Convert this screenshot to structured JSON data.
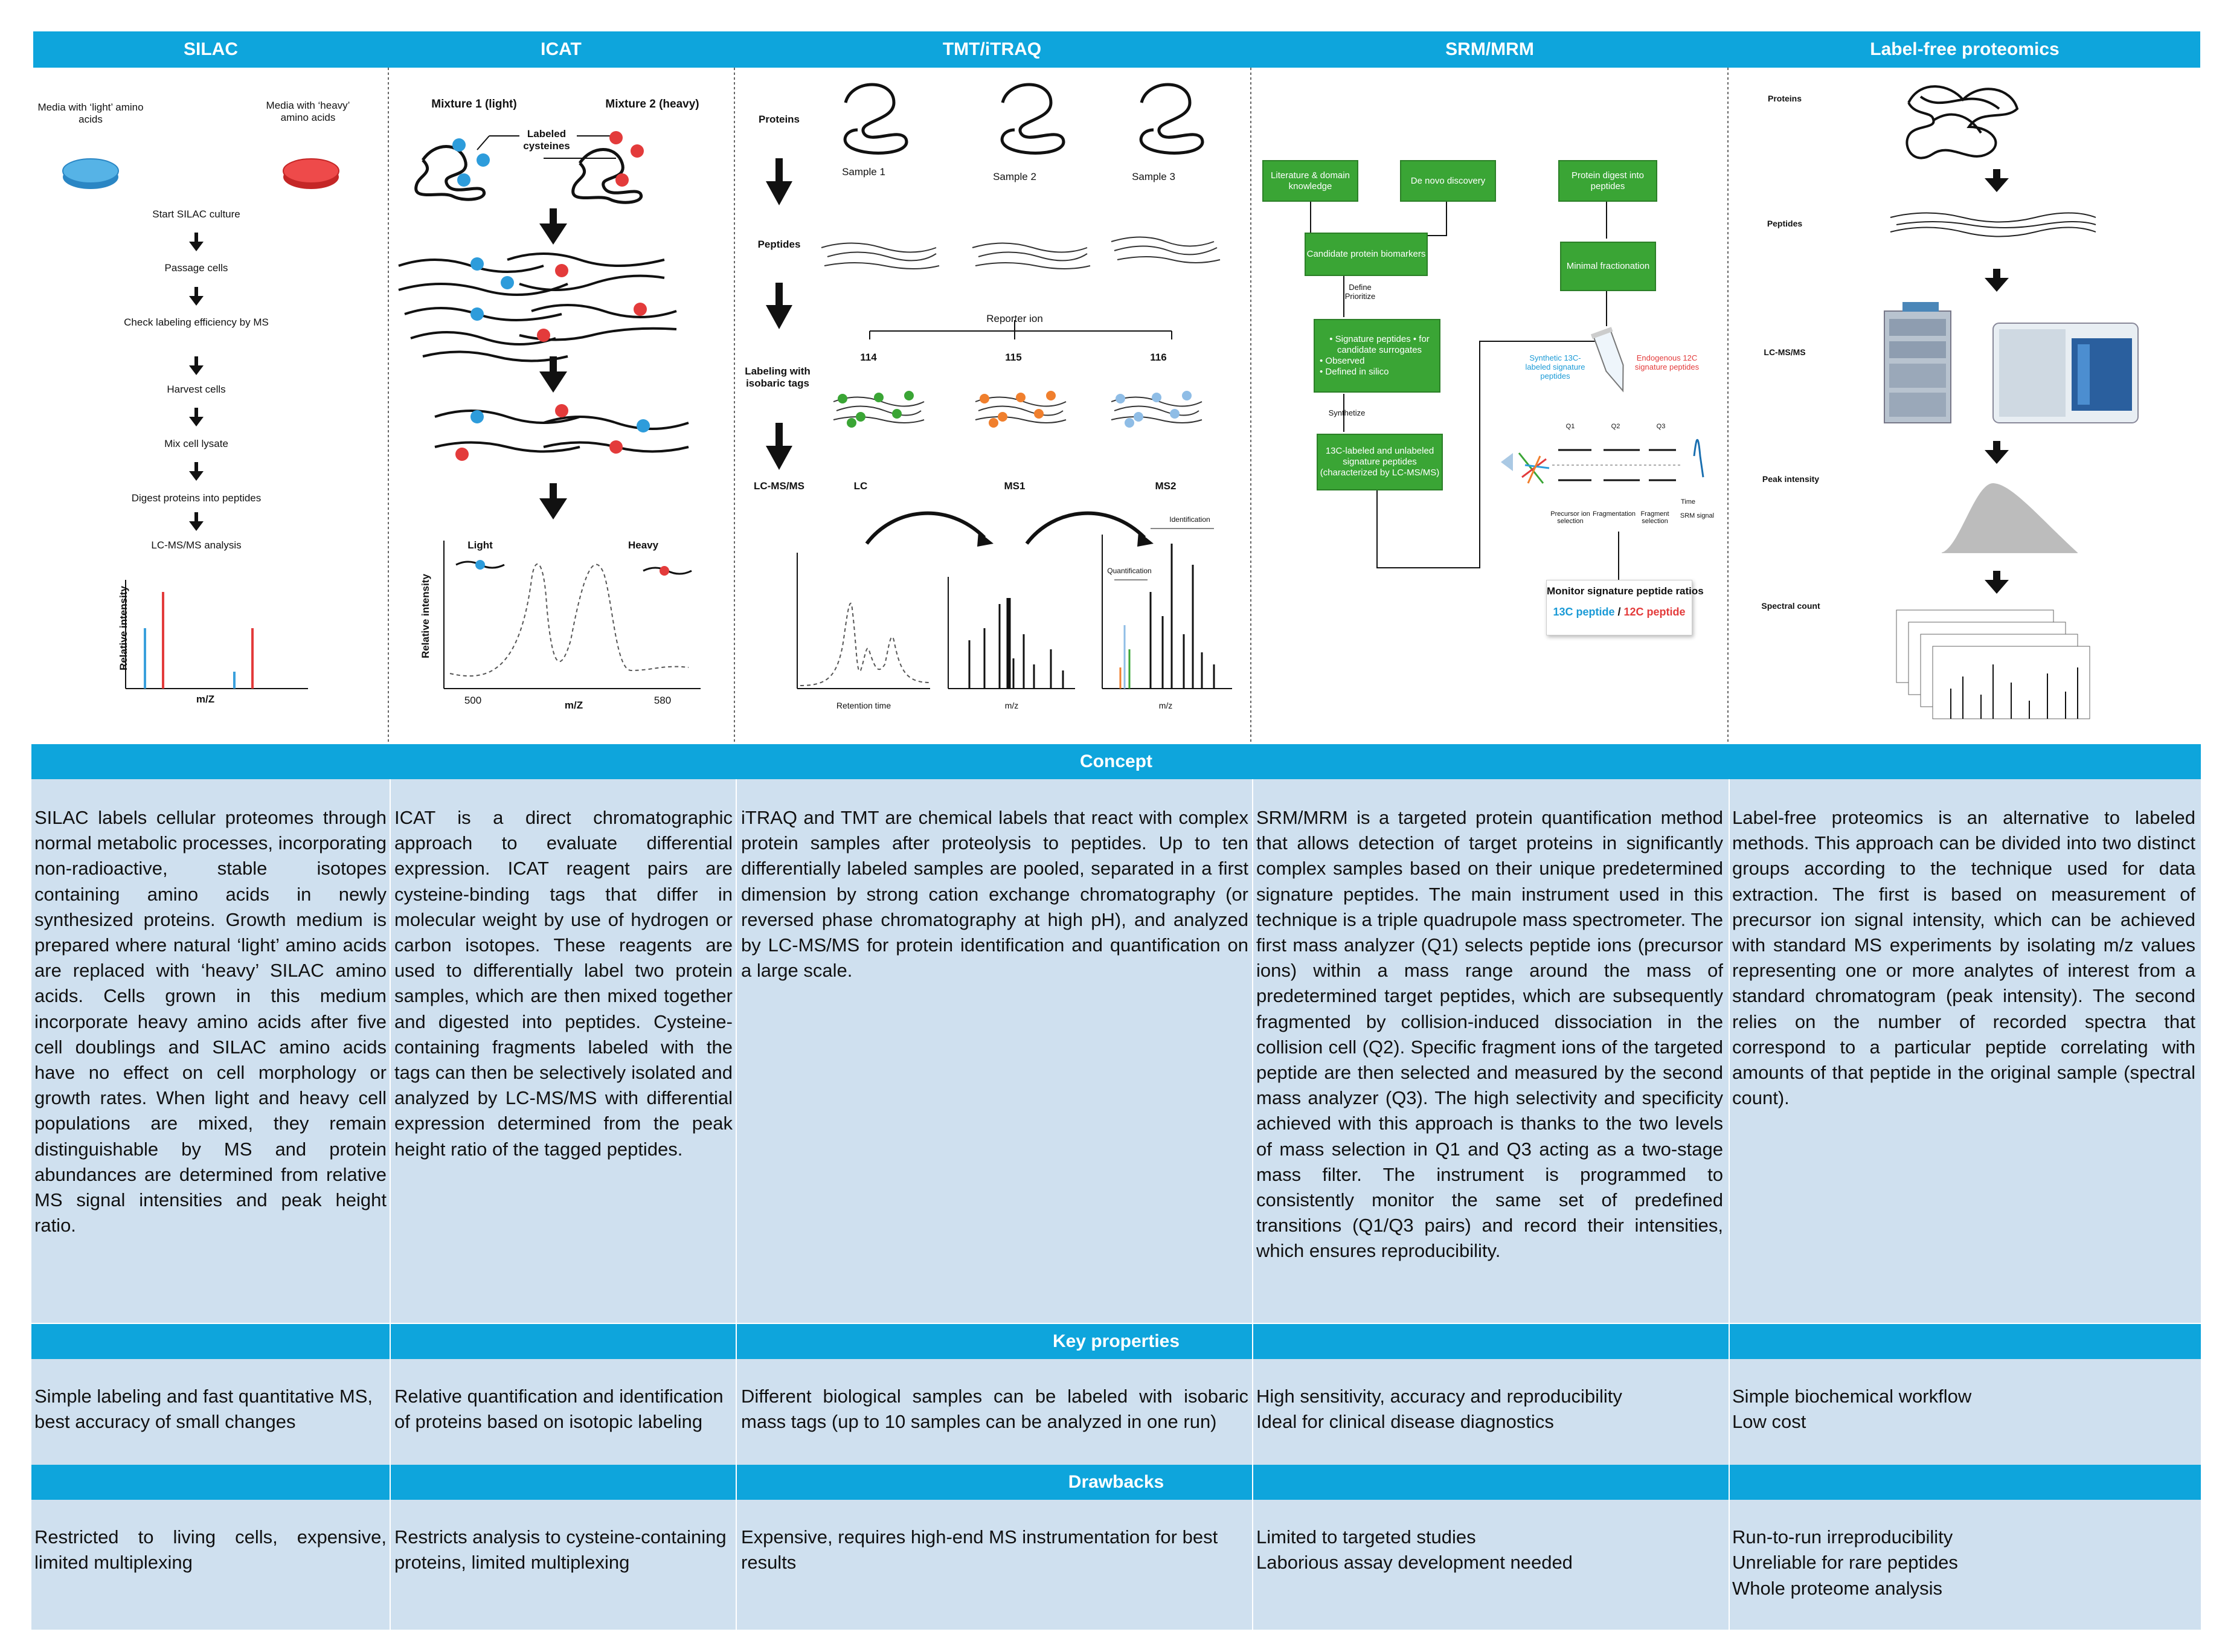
{
  "columns": [
    {
      "id": "silac",
      "title": "SILAC"
    },
    {
      "id": "icat",
      "title": "ICAT"
    },
    {
      "id": "tmt",
      "title": "TMT/iTRAQ"
    },
    {
      "id": "srm",
      "title": "SRM/MRM"
    },
    {
      "id": "lf",
      "title": "Label-free proteomics"
    }
  ],
  "silac": {
    "light_media": "Media with ‘light’ amino acids",
    "heavy_media": "Media with ‘heavy’ amino acids",
    "steps": [
      "Start SILAC culture",
      "Passage cells",
      "Check labeling efficiency by MS",
      "Harvest cells",
      "Mix cell lysate",
      "Digest proteins into peptides",
      "LC-MS/MS analysis"
    ],
    "ylabel": "Relative intensity",
    "xlabel": "m/Z"
  },
  "icat": {
    "mix1": "Mixture 1 (light)",
    "mix2": "Mixture 2 (heavy)",
    "labeled": "Labeled cysteines",
    "light": "Light",
    "heavy": "Heavy",
    "ylabel": "Relative intensity",
    "x500": "500",
    "xlabel": "m/Z",
    "x580": "580"
  },
  "tmt": {
    "proteins": "Proteins",
    "peptides": "Peptides",
    "labeling": "Labeling with isobaric tags",
    "lcms": "LC-MS/MS",
    "sample1": "Sample 1",
    "sample2": "Sample 2",
    "sample3": "Sample 3",
    "reporter": "Reporter ion",
    "r114": "114",
    "r115": "115",
    "r116": "116",
    "lc": "LC",
    "ms1": "MS1",
    "ms2": "MS2",
    "retention": "Retention time",
    "mz1": "m/z",
    "mz2": "m/z",
    "identification": "Identification",
    "quantification": "Quantification"
  },
  "srm": {
    "literature": "Literature & domain knowledge",
    "denovo": "De novo discovery",
    "digest": "Protein digest into peptides",
    "candidate": "Candidate protein biomarkers",
    "define": "Define Prioritize",
    "signature": "• Signature peptides • for candidate surrogates",
    "observed": "• Observed",
    "defined": "• Defined in silico",
    "synthetize": "Synthetize",
    "c13": "13C-labeled and unlabeled signature peptides (characterized by LC-MS/MS)",
    "minimal": "Minimal fractionation",
    "synthetic": "Synthetic 13C-labeled signature peptides",
    "endogenous": "Endogenous 12C signature peptides",
    "q1": "Q1",
    "q2": "Q2",
    "q3": "Q3",
    "precursor": "Precursor ion selection",
    "fragmentation": "Fragmentation",
    "fragment": "Fragment selection",
    "time": "Time",
    "srmsignal": "SRM signal",
    "monitor": "Monitor signature peptide ratios",
    "c13pep": "13C peptide",
    "slash": " / ",
    "c12pep": "12C peptide"
  },
  "lf": {
    "proteins": "Proteins",
    "peptides": "Peptides",
    "lcms": "LC-MS/MS",
    "peak": "Peak intensity",
    "spectral": "Spectral count"
  },
  "sections": {
    "concept": "Concept",
    "key": "Key properties",
    "drawbacks": "Drawbacks"
  },
  "concept": [
    "SILAC labels cellular proteomes through normal metabolic processes, incorporating non-radioactive, stable isotopes containing amino acids in newly synthesized proteins. Growth medium is prepared where natural ‘light’ amino acids are replaced with ‘heavy’ SILAC amino acids. Cells grown in this medium incorporate heavy amino acids after five cell doublings and SILAC amino acids have no effect on cell morphology or growth rates. When light and heavy cell populations are mixed, they remain distinguishable by MS and protein abundances are determined from relative MS signal intensities and peak height ratio.",
    "ICAT is a direct chromatographic approach to evaluate differential expression. ICAT reagent pairs are cysteine-binding tags that differ in molecular weight by use of hydrogen or carbon isotopes. These reagents are used to differentially label two protein samples, which are then mixed together and digested into peptides. Cysteine-containing fragments labeled with the tags can then be selectively isolated and analyzed by LC-MS/MS with differential expression determined from the peak height ratio of the tagged peptides.",
    "iTRAQ and TMT are chemical labels that react with complex protein samples after proteolysis to peptides. Up to ten differentially labeled samples are pooled, separated in a first dimension by strong cation exchange chromatography (or reversed phase chromatography at high pH), and analyzed by LC-MS/MS for protein identification and quantification on a large scale.",
    "SRM/MRM is a targeted protein quantification method that allows detection of target proteins in significantly complex samples based on their unique predetermined signature peptides. The main instrument used in this technique is a triple quadrupole mass spectrometer. The first mass analyzer (Q1) selects peptide ions (precursor ions) within a mass range around the mass of predetermined target peptides, which are subsequently fragmented by collision-induced dissociation in the collision cell (Q2). Specific fragment ions of the targeted peptide are then selected and measured by the second mass analyzer (Q3). The high selectivity and specificity achieved with this approach is thanks to the two levels of mass selection in Q1 and Q3 acting as a two-stage mass filter. The instrument is programmed to consistently monitor the same set of predefined transitions (Q1/Q3 pairs) and record their intensities, which ensures reproducibility.",
    "Label-free proteomics is an alternative to labeled methods. This approach can be divided into two distinct groups according to the technique used for data extraction. The first is based on measurement of precursor ion signal intensity, which can be achieved with standard MS experiments by isolating m/z values representing one or more analytes of interest from a standard chromatogram (peak intensity). The second relies on the number of recorded spectra that correspond to a particular peptide correlating with amounts of that peptide in the original sample (spectral count)."
  ],
  "key": [
    [
      "Simple labeling and fast quantitative MS, best accuracy of small changes"
    ],
    [
      "Relative quantification and identification of proteins based on isotopic labeling"
    ],
    [
      "Different biological samples can be labeled with isobaric mass tags (up to 10 samples can be analyzed in one run)"
    ],
    [
      "High sensitivity, accuracy and reproducibility",
      "Ideal for clinical disease diagnostics"
    ],
    [
      "Simple biochemical workflow",
      "Low cost"
    ]
  ],
  "drawbacks": [
    [
      "Restricted to living cells, expensive, limited multiplexing"
    ],
    [
      "Restricts analysis to cysteine-containing proteins, limited multiplexing"
    ],
    [
      "Expensive, requires high-end MS instrumentation for best results"
    ],
    [
      "Limited to targeted studies",
      "Laborious assay development needed"
    ],
    [
      "Run-to-run irreproducibility",
      "Unreliable for rare peptides",
      "Whole proteome analysis"
    ]
  ],
  "colors": {
    "band": "#0ea5dc",
    "panel": "#cfe0ef",
    "silac_light": "#3aa0dc",
    "silac_heavy": "#e33b3b",
    "green": "#3aa535"
  }
}
